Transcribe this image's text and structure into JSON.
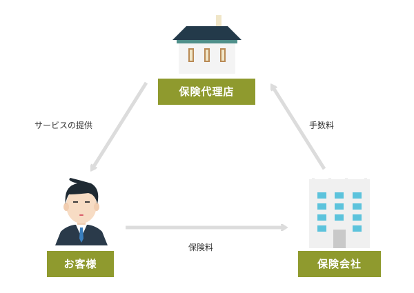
{
  "nodes": {
    "agency": {
      "label": "保険代理店"
    },
    "customer": {
      "label": "お客様"
    },
    "insurer": {
      "label": "保険会社"
    }
  },
  "edges": {
    "agency_to_customer": {
      "label": "サービスの提供"
    },
    "insurer_to_agency": {
      "label": "手数料"
    },
    "customer_to_insurer": {
      "label": "保険料"
    }
  },
  "colors": {
    "label_bg": "#8f9a2e",
    "arrow": "#dcdcdc",
    "roof": "#233a4a",
    "suit": "#2a3a4a",
    "window_blue": "#5cc3dc"
  },
  "icons": {
    "agency": "house-icon",
    "customer": "businessman-icon",
    "insurer": "office-building-icon"
  }
}
